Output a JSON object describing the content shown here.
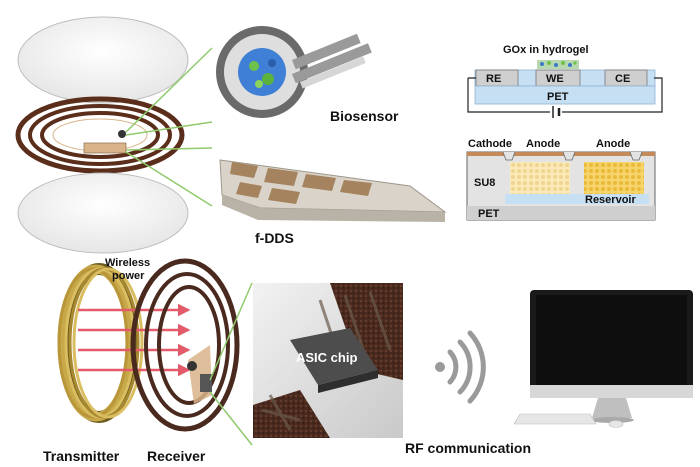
{
  "labels": {
    "biosensor": "Biosensor",
    "fdds": "f-DDS",
    "gox": "GOx in hydrogel",
    "re": "RE",
    "we": "WE",
    "ce": "CE",
    "pet_top": "PET",
    "cathode": "Cathode",
    "anode1": "Anode",
    "anode2": "Anode",
    "su8": "SU8",
    "reservoir": "Reservoir",
    "pet_bottom": "PET",
    "wireless_power": "Wireless\npower",
    "asic": "ASIC chip",
    "transmitter": "Transmitter",
    "receiver": "Receiver",
    "rf": "RF communication"
  },
  "icons": {
    "rf": "wifi-waves-icon",
    "computer": "monitor-icon"
  },
  "colors": {
    "copper": "#5a2e1a",
    "gold_coil": "#c8a94a",
    "pet_blue": "#c6dff3",
    "electrode_grey": "#cfcfcf",
    "reservoir_yellow": "#f3cf5a",
    "arrow_red": "#e35a6a",
    "leader_green": "#8fca6b"
  }
}
